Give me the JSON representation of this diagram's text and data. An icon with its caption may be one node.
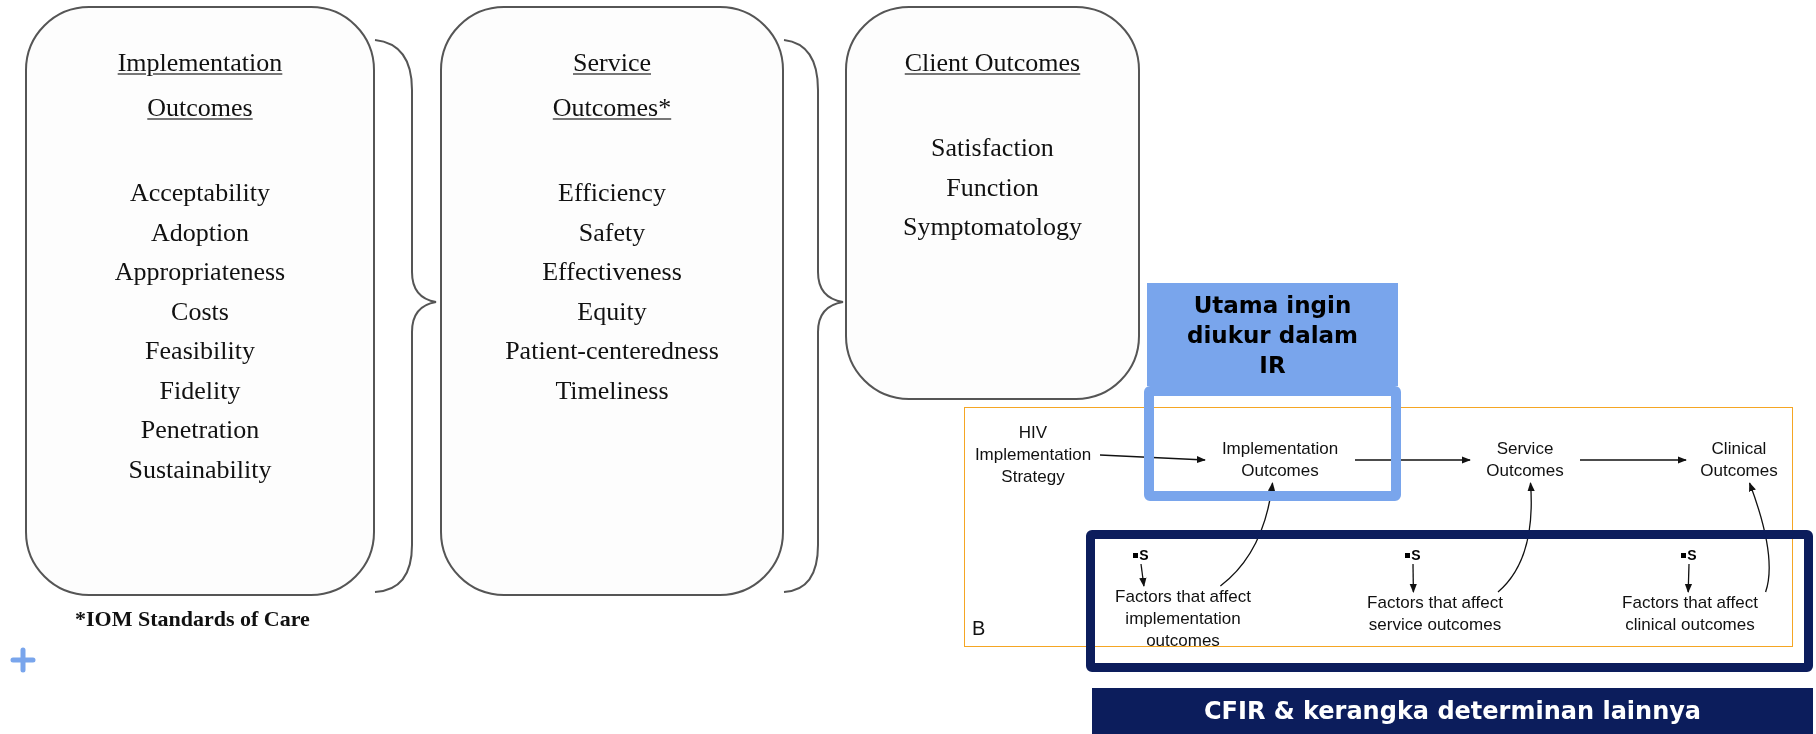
{
  "diagram": {
    "nodes": [
      {
        "text": [
          "Implementation Outcomes",
          "Acceptability",
          "Adoption",
          "Appropriateness",
          "Costs",
          "Feasibility",
          "Fidelity",
          "Penetration",
          "Sustainability"
        ]
      },
      {
        "text": [
          "Service Outcomes*",
          "Efficiency",
          "Safety",
          "Effectiveness",
          "Equity",
          "Patient-centeredness",
          "Timeliness"
        ]
      },
      {
        "text": [
          "Client Outcomes",
          "Satisfaction",
          "Function",
          "Symptomatology"
        ]
      },
      {
        "text": [
          "Utama ingin diukur dalam IR"
        ]
      },
      {
        "text": [],
        "shape": "box"
      },
      {
        "text": [
          "HIV Implementation Strategy"
        ]
      },
      {
        "text": [
          "Implementation Outcomes"
        ],
        "in": 4
      },
      {
        "text": [
          "Service Outcomes"
        ]
      },
      {
        "text": [
          "Clinical Outcomes"
        ]
      },
      {
        "text": [],
        "shape": "box"
      },
      {
        "text": [
          "S"
        ],
        "in": 9
      },
      {
        "text": [
          "S"
        ],
        "in": 9
      },
      {
        "text": [
          "S"
        ],
        "in": 9
      },
      {
        "text": [
          "Factors that affect implementation outcomes"
        ],
        "in": 9
      },
      {
        "text": [
          "Factors that affect service outcomes"
        ],
        "in": 9
      },
      {
        "text": [
          "Factors that affect clinical outcomes"
        ],
        "in": 9
      },
      {
        "text": [
          "CFIR & kerangka determinan lainnya"
        ]
      }
    ],
    "edges": [
      {
        "from": 5,
        "to": 6,
        "arrow": "to"
      },
      {
        "from": 6,
        "to": 7,
        "arrow": "to"
      },
      {
        "from": 7,
        "to": 8,
        "arrow": "to"
      },
      {
        "from": 13,
        "to": 6,
        "arrow": "to"
      },
      {
        "from": 14,
        "to": 7,
        "arrow": "to"
      },
      {
        "from": 15,
        "to": 8,
        "arrow": "to"
      },
      {
        "from": 10,
        "to": 13,
        "arrow": "to"
      },
      {
        "from": 11,
        "to": 14,
        "arrow": "to"
      },
      {
        "from": 12,
        "to": 15,
        "arrow": "to"
      }
    ],
    "labels": [
      "*IOM Standards of Care",
      "B"
    ]
  }
}
